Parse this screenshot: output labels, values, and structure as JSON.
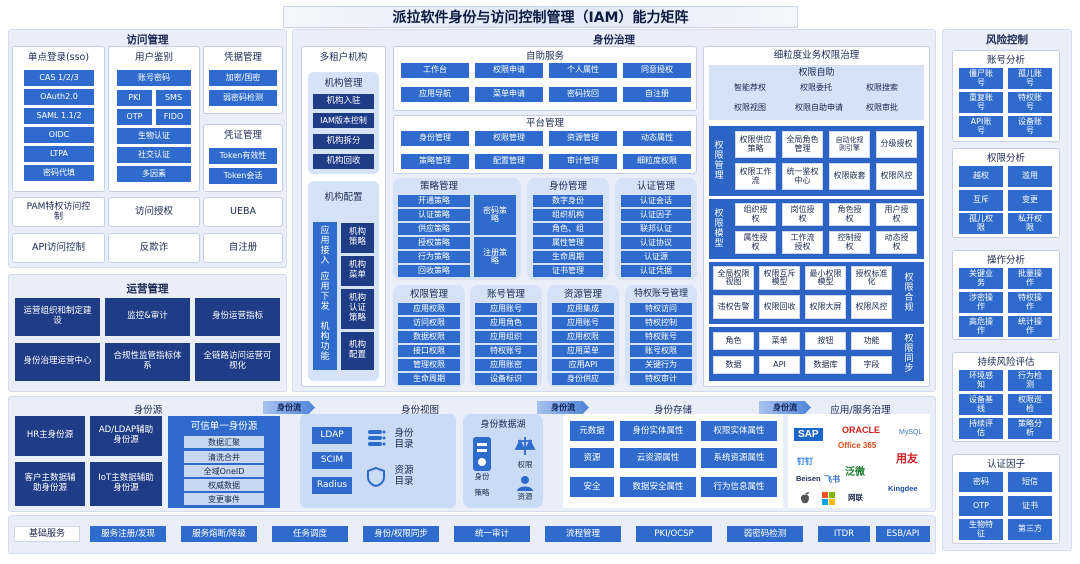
{
  "title": "派拉软件身份与访问控制管理（IAM）能力矩阵",
  "access": {
    "title": "访问管理",
    "sso": {
      "title": "单点登录(sso)",
      "items": [
        "CAS 1/2/3",
        "OAuth2.0",
        "SAML 1.1/2",
        "OIDC",
        "LTPA",
        "密码代填"
      ]
    },
    "user_auth": {
      "title": "用户鉴别",
      "items": [
        "账号密码",
        "PKI",
        "SMS",
        "OTP",
        "FIDO",
        "生物认证",
        "社交认证",
        "多因素"
      ]
    },
    "cred": {
      "title": "凭据管理",
      "items": [
        "加密/国密",
        "弱密码检测"
      ]
    },
    "voucher": {
      "title": "凭证管理",
      "items": [
        "Token有效性",
        "Token会话"
      ]
    },
    "pam": "PAM特权访问控制",
    "authz": "访问授权",
    "ueba": "UEBA",
    "api": "API访问控制",
    "fraud": "反欺诈",
    "reg": "自注册"
  },
  "ops": {
    "title": "运营管理",
    "items": [
      "运营组织和制定建设",
      "监控&审计",
      "身份运营指标",
      "身份治理运营中心",
      "合规性监管指标体系",
      "全链路访问运营可视化"
    ]
  },
  "gov": {
    "title": "身份治理",
    "tenant": {
      "title": "多租户机构",
      "mgmt_title": "机构管理",
      "mgmt": [
        "机构入驻",
        "IAM版本控制",
        "机构拆分",
        "机构回收"
      ],
      "cfg_title": "机构配置",
      "cfg_left": [
        "应用接入",
        "应用下发",
        "机构功能"
      ],
      "cfg_right": [
        "机构策略",
        "机构菜单",
        "机构认证策略",
        "机构配置"
      ]
    },
    "self": {
      "title": "自助服务",
      "items": [
        "工作台",
        "权限申请",
        "个人属性",
        "同意授权",
        "应用导航",
        "菜单申请",
        "密码找回",
        "自注册"
      ]
    },
    "platform": {
      "title": "平台管理",
      "items": [
        "身份管理",
        "权限管理",
        "资源管理",
        "动态属性",
        "策略管理",
        "配置管理",
        "审计管理",
        "细粒度权限"
      ]
    },
    "policy": {
      "title": "策略管理",
      "left": [
        "开通策略",
        "认证策略",
        "供应策略",
        "授权策略",
        "行为策略",
        "回收策略"
      ],
      "right": [
        "密码策略",
        "注册策略"
      ]
    },
    "identity": {
      "title": "身份管理",
      "items": [
        "数字身份",
        "组织机构",
        "角色、组",
        "属性管理",
        "生命周期",
        "证书管理"
      ]
    },
    "authn": {
      "title": "认证管理",
      "items": [
        "认证会话",
        "认证因子",
        "联邦认证",
        "认证协议",
        "认证源",
        "认证凭据"
      ]
    },
    "perm": {
      "title": "权限管理",
      "items": [
        "应用权限",
        "访问权限",
        "数据权限",
        "接口权限",
        "管理权限",
        "生命周期"
      ]
    },
    "account": {
      "title": "账号管理",
      "items": [
        "应用账号",
        "应用角色",
        "应用组织",
        "特权账号",
        "应用账密",
        "设备标识"
      ]
    },
    "resource": {
      "title": "资源管理",
      "items": [
        "应用集成",
        "应用账号",
        "应用权限",
        "应用菜单",
        "应用API",
        "身份供应"
      ]
    },
    "privacct": {
      "title": "特权账号管理",
      "items": [
        "特权访问",
        "特权控制",
        "特权账号",
        "账号权限",
        "关键行为",
        "特权审计"
      ]
    }
  },
  "fine": {
    "title": "细粒度业务权限治理",
    "auto_title": "权限自助",
    "auto": [
      "智能荐权",
      "权限委托",
      "权限搜索",
      "权限视图",
      "权限自助申请",
      "权限审批"
    ],
    "mgmt_label": "权限管理",
    "mgmt": [
      "权限供应策略",
      "全局角色管理",
      "自动化规则引擎",
      "分级授权",
      "权限工作流",
      "统一鉴权中心",
      "权限嵌套",
      "权限风控"
    ],
    "model_label": "权限模型",
    "model": [
      "组织授权",
      "岗位授权",
      "角色授权",
      "用户授权",
      "属性授权",
      "工作流授权",
      "控制授权",
      "动态授权"
    ],
    "compliance_label": "权限合规",
    "compliance": [
      "全局权限视图",
      "权限互斥模型",
      "最小权限模型",
      "授权标准化",
      "违权告警",
      "权限回收",
      "权限大屏",
      "权限风控"
    ],
    "sync_label": "权限同步",
    "sync": [
      "角色",
      "菜单",
      "按钮",
      "功能",
      "数据",
      "API",
      "数据库",
      "字段"
    ]
  },
  "risk": {
    "title": "风险控制",
    "account": {
      "title": "账号分析",
      "items": [
        "僵尸账号",
        "孤儿账号",
        "重复账号",
        "特权账号",
        "API账号",
        "设备账号"
      ]
    },
    "perm": {
      "title": "权限分析",
      "items": [
        "越权",
        "滥用",
        "互斥",
        "变更",
        "孤儿权限",
        "私开权限"
      ]
    },
    "op": {
      "title": "操作分析",
      "items": [
        "关键业务",
        "批量操作",
        "涉密操作",
        "特权操作",
        "高危操作",
        "统计操作"
      ]
    },
    "cont": {
      "title": "持续风险评估",
      "items": [
        "环境感知",
        "行为检测",
        "设备基线",
        "权限巡检",
        "持续评估",
        "策略分析"
      ]
    },
    "factor": {
      "title": "认证因子",
      "items": [
        "密码",
        "短信",
        "OTP",
        "证书",
        "生物特征",
        "第三方"
      ]
    }
  },
  "bottom": {
    "identity_source": {
      "title": "身份源",
      "items": [
        "HR主身份源",
        "AD/LDAP辅助身份源",
        "客户主数据辅助身份源",
        "IoT主数据辅助身份源"
      ],
      "trust_title": "可信单一身份源",
      "trust": [
        "数据汇聚",
        "清洗合并",
        "全域OneID",
        "权威数据",
        "变更事件"
      ]
    },
    "flow_label": "身份流",
    "view": {
      "title": "身份视图",
      "left": [
        "LDAP",
        "SCIM",
        "Radius"
      ],
      "dir1": "身份目录",
      "dir2": "资源目录"
    },
    "lake": {
      "title": "身份数据湖",
      "icons": [
        "策略",
        "权限",
        "身份",
        "资源"
      ]
    },
    "storage": {
      "title": "身份存储",
      "items": [
        "元数据",
        "身份实体属性",
        "权限实体属性",
        "资源",
        "云资源属性",
        "系统资源属性",
        "安全",
        "数据安全属性",
        "行为信息属性"
      ]
    },
    "apps": {
      "title": "应用/服务治理",
      "brands": [
        "SAP",
        "ORACLE",
        "MySQL",
        "Office 365",
        "钉钉",
        "泛微",
        "用友",
        "Beisen",
        "飞书",
        "Kingdee",
        "Windows",
        "Apple",
        "网联"
      ]
    }
  },
  "base": {
    "title": "基础服务",
    "items": [
      "服务注册/发现",
      "服务熔断/降级",
      "任务调度",
      "身份/权限同步",
      "统一审计",
      "流程管理",
      "PKI/OCSP",
      "弱密码检测",
      "ITDR",
      "ESB/API"
    ]
  },
  "colors": {
    "blue": "#2f6bcc",
    "navy": "#1f3c87",
    "pale": "#e9eef9",
    "light": "#d5e2f7"
  }
}
